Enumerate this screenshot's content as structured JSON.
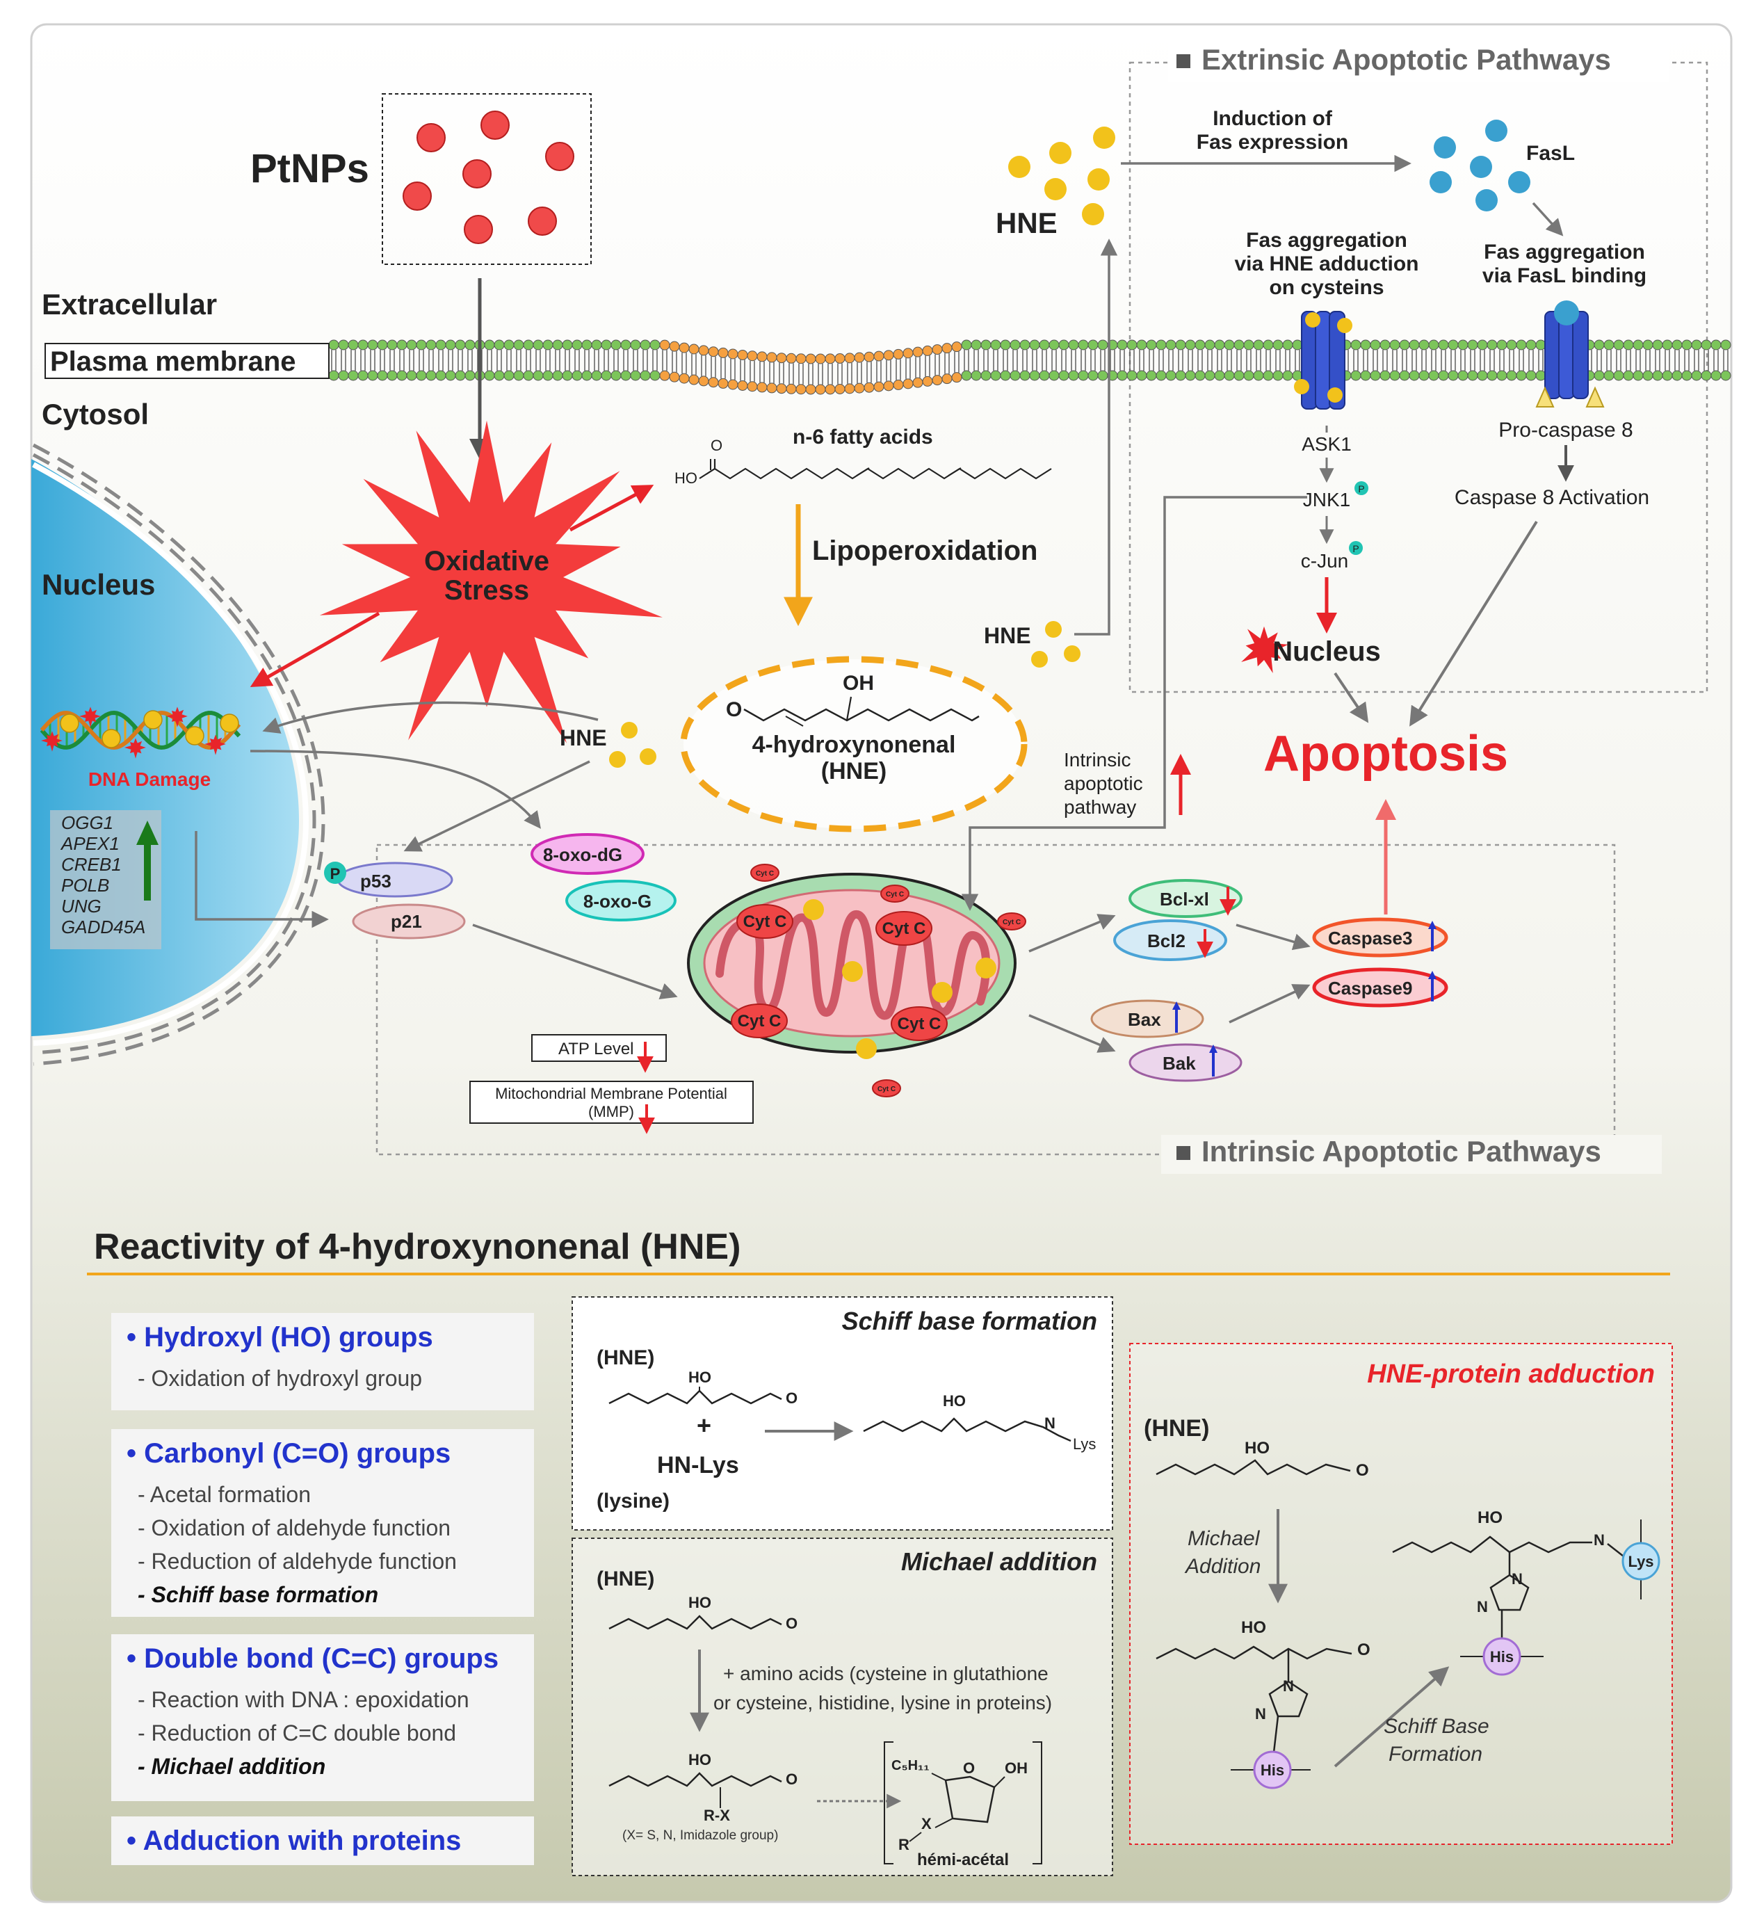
{
  "colors": {
    "red": "#e8242a",
    "blue": "#2233cc",
    "orange": "#f2a51b",
    "membrane": "#7cc55a",
    "membrane_orange": "#f5a040",
    "nucleus_blue": "#4fb6e0",
    "mito_green": "#9fd8a6",
    "mito_pink": "#f5a3aa",
    "dark_gray": "#444444",
    "up_green": "#1a7a1a"
  },
  "top": {
    "ptnps": "PtNPs",
    "extracellular": "Extracellular",
    "plasma_membrane": "Plasma membrane",
    "cytosol": "Cytosol",
    "nucleus": "Nucleus",
    "oxidative_stress": [
      "Oxidative",
      "Stress"
    ],
    "fatty_acid_title": "n-6 fatty acids",
    "fatty_acid_o": "O",
    "fatty_acid_ho": "HO",
    "lipoperoxidation": "Lipoperoxidation",
    "hne_oh": "OH",
    "hne_o": "O",
    "hne_name": [
      "4-hydroxynonenal",
      "(HNE)"
    ],
    "hne": "HNE",
    "dna_damage": "DNA Damage",
    "dna_genes": [
      "OGG1",
      "APEX1",
      "CREB1",
      "POLB",
      "UNG",
      "GADD45A"
    ],
    "p_badge": "P",
    "p53": "p53",
    "p21": "p21",
    "oxo_dg": "8-oxo-dG",
    "oxo_g": "8-oxo-G",
    "cyt_c": "Cyt C",
    "atp_level": "ATP Level",
    "mmp": [
      "Mitochondrial Membrane Potential",
      "(MMP)"
    ],
    "intrinsic_pathway": [
      "Intrinsic",
      "apoptotic",
      "pathway"
    ],
    "bcl_xl": "Bcl-xl",
    "bcl2": "Bcl2",
    "bax": "Bax",
    "bak": "Bak",
    "caspase3": "Caspase3",
    "caspase9": "Caspase9",
    "apoptosis": "Apoptosis",
    "extrinsic_title": "Extrinsic Apoptotic Pathways",
    "intrinsic_title": "Intrinsic Apoptotic Pathways",
    "induction": [
      "Induction of",
      "Fas expression"
    ],
    "fasl": "FasL",
    "fas_hne": [
      "Fas aggregation",
      "via HNE adduction",
      "on cysteins"
    ],
    "fas_fasl": [
      "Fas aggregation",
      "via FasL binding"
    ],
    "ask1": "ASK1",
    "jnk1": "JNK1",
    "cjun": "c-Jun",
    "nucleus2": "Nucleus",
    "pro_caspase8": "Pro-caspase 8",
    "caspase8_activation": "Caspase 8 Activation"
  },
  "bottom": {
    "title": "Reactivity of 4-hydroxynonenal (HNE)",
    "groups": [
      {
        "title": "• Hydroxyl (HO) groups",
        "items": [
          "- Oxidation of hydroxyl group"
        ],
        "bold_last": false
      },
      {
        "title": "• Carbonyl (C=O) groups",
        "items": [
          "- Acetal formation",
          "- Oxidation of aldehyde function",
          "- Reduction of aldehyde function",
          "- Schiff base formation"
        ],
        "bold_last": true
      },
      {
        "title": "• Double bond (C=C) groups",
        "items": [
          "- Reaction with DNA : epoxidation",
          "- Reduction of C=C double bond",
          "- Michael addition"
        ],
        "bold_last": true
      },
      {
        "title": "• Adduction with proteins",
        "items": [],
        "bold_last": false
      }
    ],
    "schiff": {
      "title": "Schiff base formation",
      "hne": "(HNE)",
      "ho": "HO",
      "o": "O",
      "plus": "+",
      "hn_lys": "HN-Lys",
      "lysine": "(lysine)",
      "n": "N",
      "lys": "Lys"
    },
    "michael": {
      "title": "Michael addition",
      "hne": "(HNE)",
      "ho": "HO",
      "o": "O",
      "reagent": [
        "+ amino acids (cysteine in glutathione",
        "or cysteine, histidine, lysine in proteins)"
      ],
      "rx": "R-X",
      "x_note": "(X= S, N, Imidazole group)",
      "c5h11": "C₅H₁₁",
      "oh": "OH",
      "x": "X",
      "r": "R",
      "hemi": "hémi-acétal"
    },
    "adduction": {
      "title": "HNE-protein adduction",
      "hne": "(HNE)",
      "ho": "HO",
      "o": "O",
      "n": "N",
      "michael": [
        "Michael",
        "Addition"
      ],
      "schiff": [
        "Schiff Base",
        "Formation"
      ],
      "his": "His",
      "lys": "Lys"
    }
  }
}
